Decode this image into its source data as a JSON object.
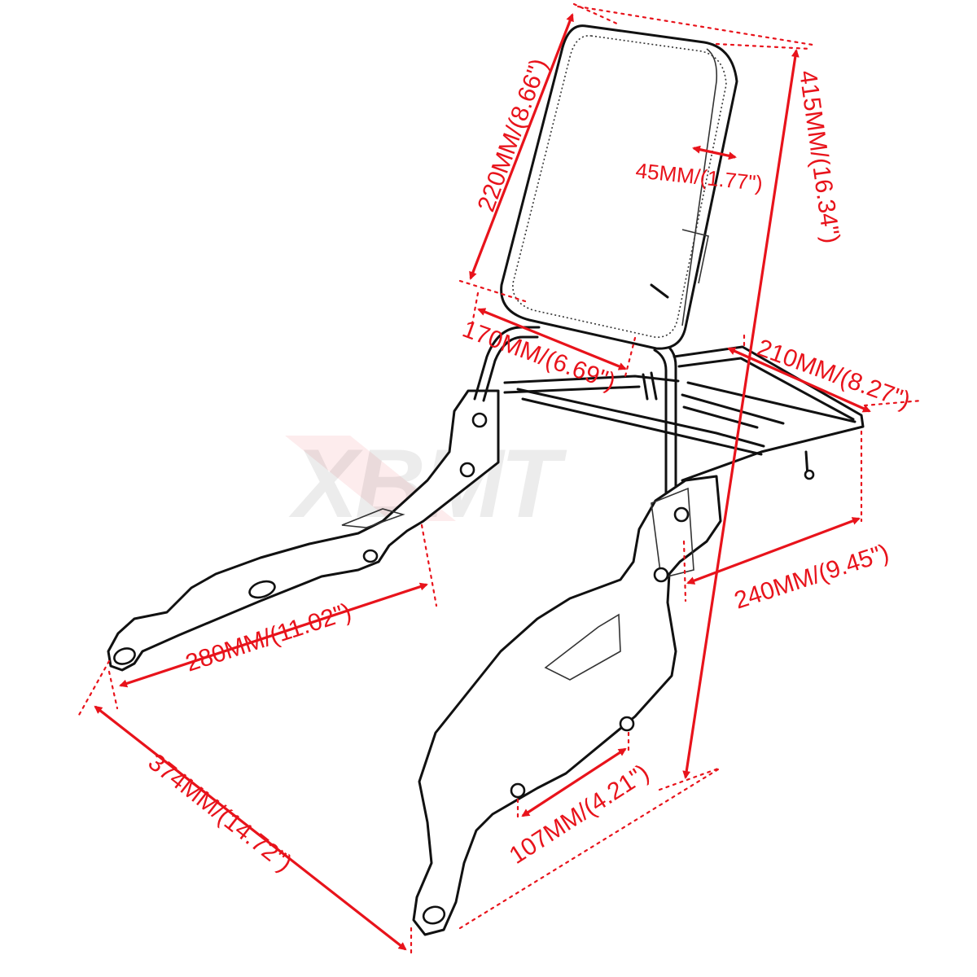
{
  "watermark": {
    "text": "XBMT",
    "color": "#e8131b"
  },
  "dimensions": {
    "pad_height": "220MM/(8.66\")",
    "pad_strap": "45MM/(1.77\")",
    "overall_height": "415MM/(16.34\")",
    "pad_width": "170MM/(6.69\")",
    "rack_width": "210MM/(8.27\")",
    "rack_depth": "240MM/(9.45\")",
    "bracket_span": "280MM/(11.02\")",
    "overall_length": "374MM/(14.72\")",
    "hole_spacing": "107MM/(4.21\")"
  },
  "colors": {
    "dimension": "#e8131b",
    "outline": "#111111"
  }
}
